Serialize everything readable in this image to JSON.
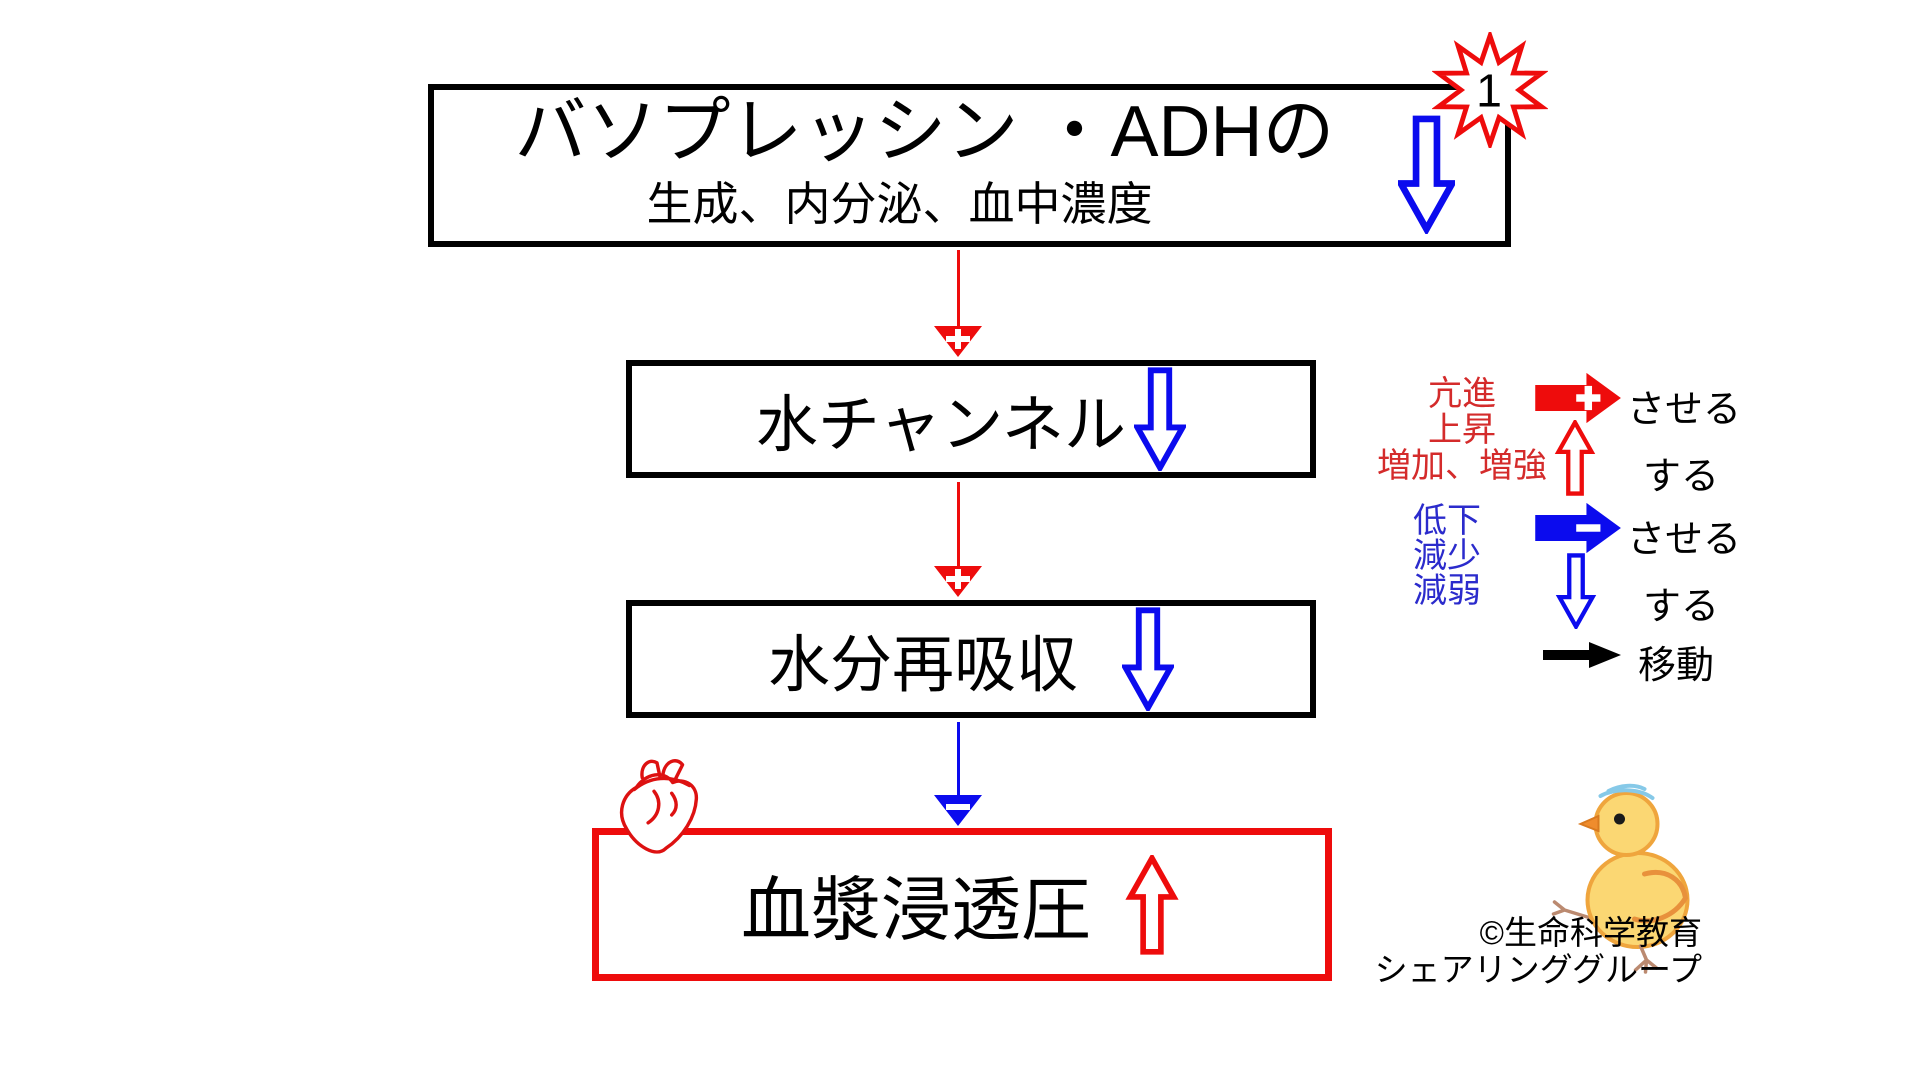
{
  "flow": {
    "box1": {
      "title": "バソプレッシン ・ADHの",
      "subtitle": "生成、内分泌、血中濃度",
      "badge_number": "1",
      "trend": "decrease"
    },
    "box2": {
      "label": "水チャンネル",
      "trend": "decrease"
    },
    "box3": {
      "label": "水分再吸収",
      "trend": "decrease"
    },
    "box4": {
      "label": "血漿浸透圧",
      "trend": "increase"
    },
    "connector1": {
      "effect": "increase",
      "symbol": "+"
    },
    "connector2": {
      "effect": "increase",
      "symbol": "+"
    },
    "connector3": {
      "effect": "decrease",
      "symbol": "−"
    }
  },
  "legend": {
    "increase": {
      "term1": "亢進",
      "term2": "上昇",
      "term3": "増加、増強",
      "cause_label": "させる",
      "self_label": "する"
    },
    "decrease": {
      "term1": "低下",
      "term2": "減少",
      "term3": "減弱",
      "cause_label": "させる",
      "self_label": "する"
    },
    "move_label": "移動"
  },
  "credit": {
    "line1": "©生命科学教育",
    "line2": "シェアリンググループ"
  },
  "colors": {
    "red": "#ee0c0c",
    "blue": "#0b0bee",
    "black": "#000000",
    "background": "#ffffff"
  }
}
